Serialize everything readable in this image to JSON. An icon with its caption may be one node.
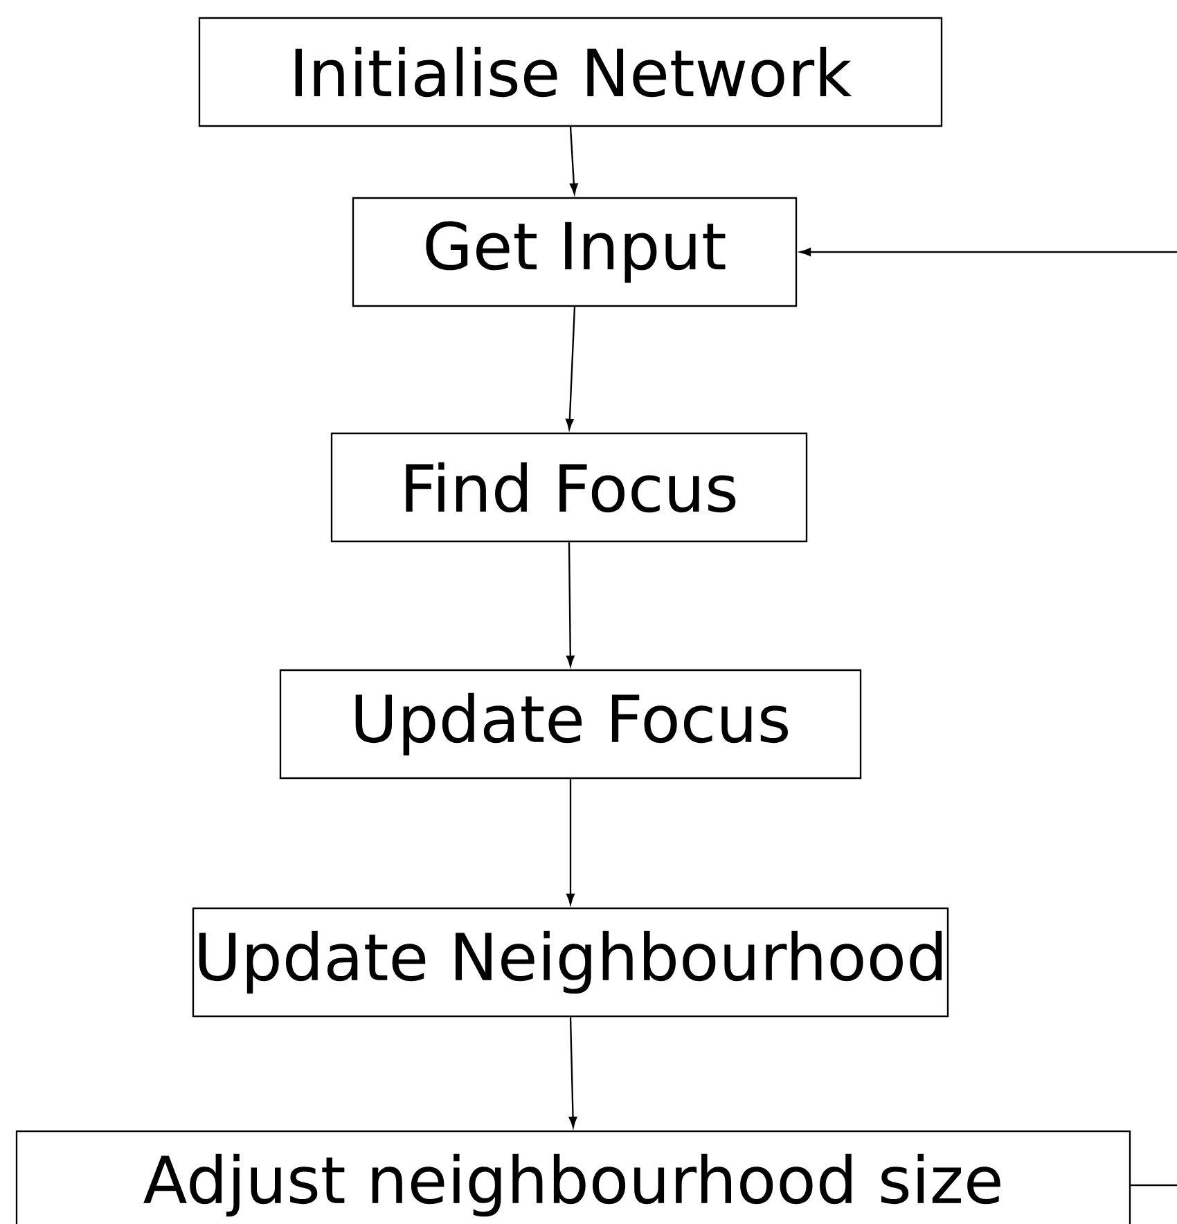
{
  "diagram": {
    "nodes": [
      {
        "text": [
          "Initialise Network"
        ]
      },
      {
        "text": [
          "Get Input"
        ]
      },
      {
        "text": [
          "Find Focus"
        ]
      },
      {
        "text": [
          "Update Focus"
        ]
      },
      {
        "text": [
          "Update Neighbourhood"
        ]
      },
      {
        "text": [
          "Adjust neighbourhood size"
        ]
      }
    ],
    "edges": [
      {
        "from": 0,
        "to": 1,
        "arrow": "to"
      },
      {
        "from": 1,
        "to": 2,
        "arrow": "to"
      },
      {
        "from": 2,
        "to": 3,
        "arrow": "to"
      },
      {
        "from": 3,
        "to": 4,
        "arrow": "to"
      },
      {
        "from": 4,
        "to": 5,
        "arrow": "to"
      },
      {
        "from": 5,
        "to": 1,
        "arrow": "to"
      }
    ]
  }
}
